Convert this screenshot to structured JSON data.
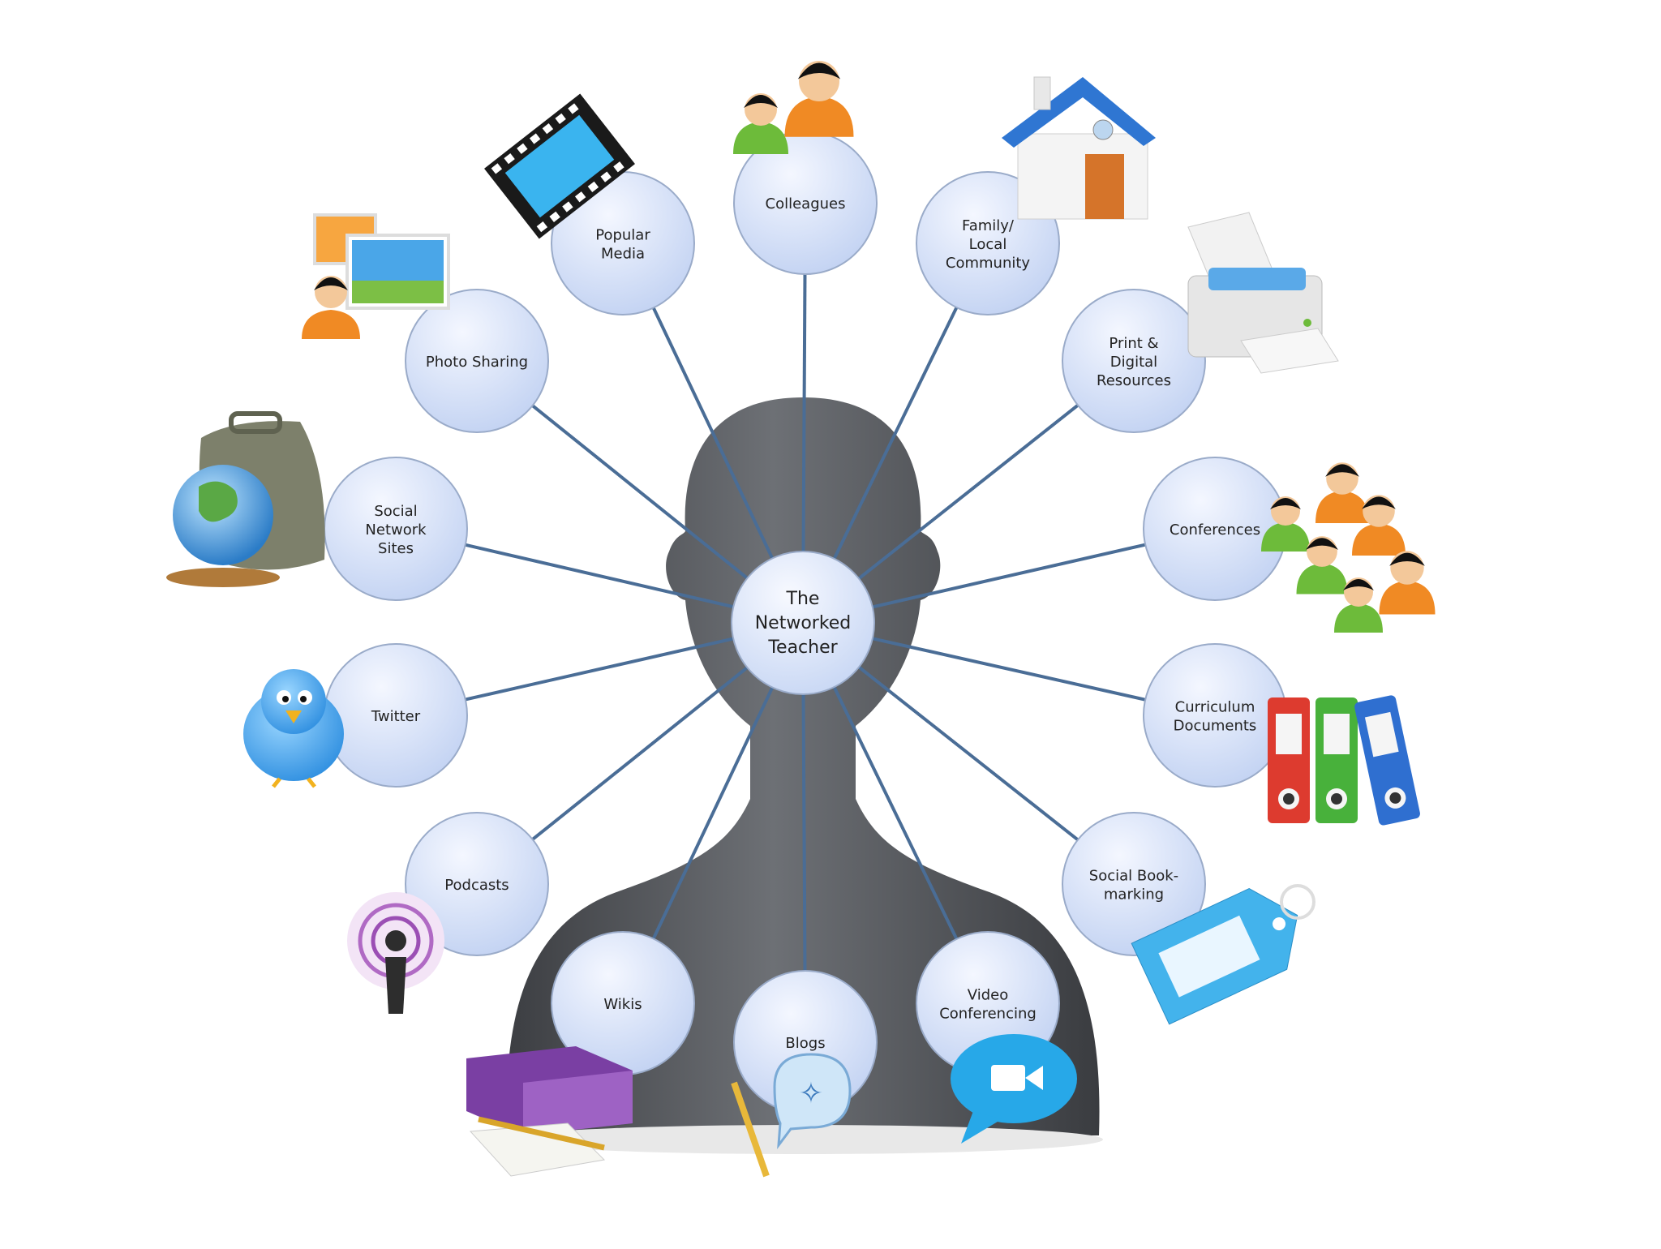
{
  "center": {
    "lines": [
      "The",
      "Networked",
      "Teacher"
    ]
  },
  "nodes": [
    {
      "id": "colleagues",
      "lines": [
        "Colleagues"
      ],
      "icon": "colleagues-icon"
    },
    {
      "id": "family-community",
      "lines": [
        "Family/",
        "Local",
        "Community"
      ],
      "icon": "house-icon"
    },
    {
      "id": "print-digital",
      "lines": [
        "Print &",
        "Digital",
        "Resources"
      ],
      "icon": "printer-icon"
    },
    {
      "id": "conferences",
      "lines": [
        "Conferences"
      ],
      "icon": "crowd-icon"
    },
    {
      "id": "curriculum",
      "lines": [
        "Curriculum",
        "Documents"
      ],
      "icon": "binders-icon"
    },
    {
      "id": "social-bookmarking",
      "lines": [
        "Social Book-",
        "marking"
      ],
      "icon": "tag-icon"
    },
    {
      "id": "video-conferencing",
      "lines": [
        "Video",
        "Conferencing"
      ],
      "icon": "video-chat-icon"
    },
    {
      "id": "blogs",
      "lines": [
        "Blogs"
      ],
      "icon": "speech-bubble-icon"
    },
    {
      "id": "wikis",
      "lines": [
        "Wikis"
      ],
      "icon": "box-pencil-icon"
    },
    {
      "id": "podcasts",
      "lines": [
        "Podcasts"
      ],
      "icon": "podcast-icon"
    },
    {
      "id": "twitter",
      "lines": [
        "Twitter"
      ],
      "icon": "bird-icon"
    },
    {
      "id": "social-network",
      "lines": [
        "Social",
        "Network",
        "Sites"
      ],
      "icon": "globe-bag-icon"
    },
    {
      "id": "photo-sharing",
      "lines": [
        "Photo Sharing"
      ],
      "icon": "photos-icon"
    },
    {
      "id": "popular-media",
      "lines": [
        "Popular",
        "Media"
      ],
      "icon": "film-strip-icon"
    }
  ],
  "colors": {
    "node_fill_light": "#f2f6ff",
    "node_fill_dark": "#c3d3f3",
    "node_stroke": "#9aabc9",
    "connector": "#4a6d96",
    "head_silhouette": "#55585d",
    "text": "#222222"
  }
}
